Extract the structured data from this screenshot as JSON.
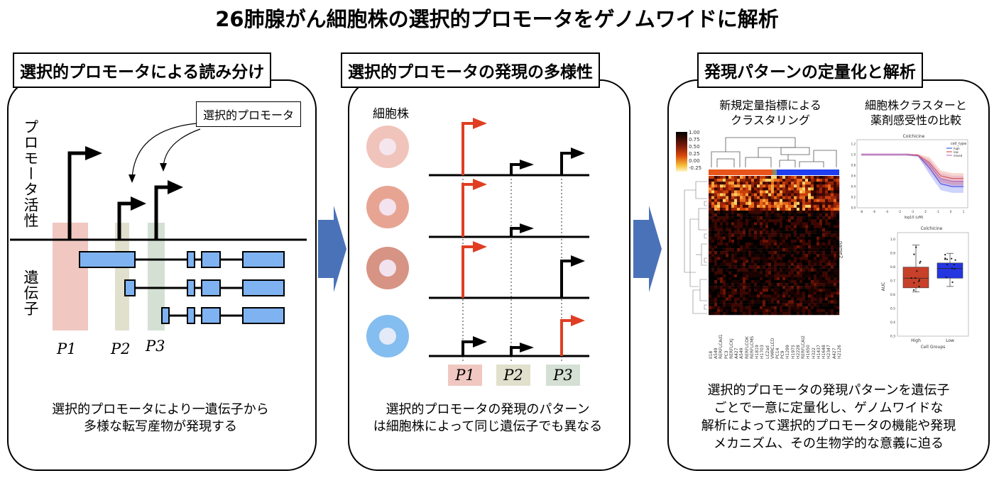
{
  "title": "26肺腺がん細胞株の選択的プロモータをゲノムワイドに解析",
  "panel1": {
    "heading": "選択的プロモータによる読み分け",
    "callout": "選択的プロモータ",
    "axis_activity": "プロモータ活性",
    "axis_gene": "遺伝子",
    "p_labels": [
      "P1",
      "P2",
      "P3"
    ],
    "caption_line1": "選択的プロモータにより一遺伝子から",
    "caption_line2": "多様な転写産物が発現する"
  },
  "panel2": {
    "heading": "選択的プロモータの発現の多様性",
    "cell_label": "細胞株",
    "p_labels": [
      "P1",
      "P2",
      "P3"
    ],
    "caption_line1": "選択的プロモータの発現のパターン",
    "caption_line2": "は細胞株によって同じ遺伝子でも異なる"
  },
  "panel3": {
    "heading": "発現パターンの定量化と解析",
    "sub_left_1": "新規定量指標による",
    "sub_left_2": "クラスタリング",
    "sub_right_1": "細胞株クラスターと",
    "sub_right_2": "薬剤感受性の比較",
    "heatmap_colorbar_ticks": [
      "1.00",
      "0.75",
      "0.50",
      "0.25",
      "0.00",
      "-0.25"
    ],
    "heatmap_ylabel": "name2",
    "heatmap_cell_lines": [
      "II18",
      "A549",
      "RERFLCAd1",
      "PC3",
      "RERFLCKJ",
      "A427",
      "A549",
      "RERFLCOK",
      "RERFLCMS",
      "H1819",
      "H1703",
      "LC2ad",
      "VMRCLCD",
      "PC14",
      "PC9",
      "H1299",
      "H1975",
      "H2228",
      "RERFLCAI2",
      "H1650",
      "H322",
      "H1437",
      "H1648",
      "H2347",
      "A427",
      "H2126"
    ],
    "line_chart": {
      "title": "Colchicine",
      "xlabel": "log10 (uM)",
      "x_ticks": [
        "-8",
        "-6",
        "-4",
        "-2",
        "-3",
        "-2",
        "-1",
        "0",
        "1"
      ],
      "y_ticks": [
        "0.0",
        "0.2",
        "0.4",
        "0.6",
        "0.8",
        "1.0",
        "1.2"
      ],
      "legend_title": "cell_type",
      "legend_items": [
        "high",
        "low",
        "mixed"
      ]
    },
    "box_chart": {
      "title": "Colchicine",
      "ylabel": "AUC",
      "xlabel": "Cell Groups",
      "categories": [
        "High",
        "Low"
      ],
      "y_ticks": [
        "1.0",
        "0.9",
        "0.8",
        "0.7",
        "0.6",
        "0.5",
        "0.4",
        "0.3"
      ]
    },
    "caption_lines": [
      "選択的プロモータの発現パターンを遺伝子",
      "ごとで一意に定量化し、ゲノムワイドな",
      "解析によって選択的プロモータの機能や発現",
      "メカニズム、その生物学的な意義に迫る"
    ]
  },
  "colors": {
    "accent_red": "#e03e22",
    "exon_blue": "#7fb2f0",
    "p1_band": "#f0c8c1",
    "p2_band": "#e1e0cd",
    "p3_band": "#d4e0d4",
    "arrow_blue": "#4a72b8",
    "cell_colors": [
      "#f0c4bb",
      "#e8a493",
      "#d79384",
      "#84bdf0"
    ]
  },
  "chart_data": [
    {
      "type": "line",
      "title": "Colchicine",
      "xlabel": "log10 (uM)",
      "ylabel": "",
      "x": [
        -8,
        -6,
        -4,
        -3,
        -2,
        -1,
        0,
        1
      ],
      "series": [
        {
          "name": "high",
          "values": [
            1.0,
            1.0,
            1.0,
            0.98,
            0.75,
            0.45,
            0.4,
            0.4
          ]
        },
        {
          "name": "low",
          "values": [
            1.0,
            1.0,
            1.0,
            0.99,
            0.85,
            0.6,
            0.55,
            0.55
          ]
        },
        {
          "name": "mixed",
          "values": [
            1.0,
            1.0,
            1.0,
            0.98,
            0.8,
            0.55,
            0.5,
            0.5
          ]
        }
      ],
      "ylim": [
        0,
        1.2
      ]
    },
    {
      "type": "box",
      "title": "Colchicine",
      "xlabel": "Cell Groups",
      "ylabel": "AUC",
      "categories": [
        "High",
        "Low"
      ],
      "series": [
        {
          "name": "High",
          "q1": 0.65,
          "median": 0.72,
          "q3": 0.8,
          "min": 0.62,
          "max": 0.96
        },
        {
          "name": "Low",
          "q1": 0.72,
          "median": 0.79,
          "q3": 0.83,
          "min": 0.66,
          "max": 0.9
        }
      ],
      "ylim": [
        0.3,
        1.05
      ]
    }
  ]
}
